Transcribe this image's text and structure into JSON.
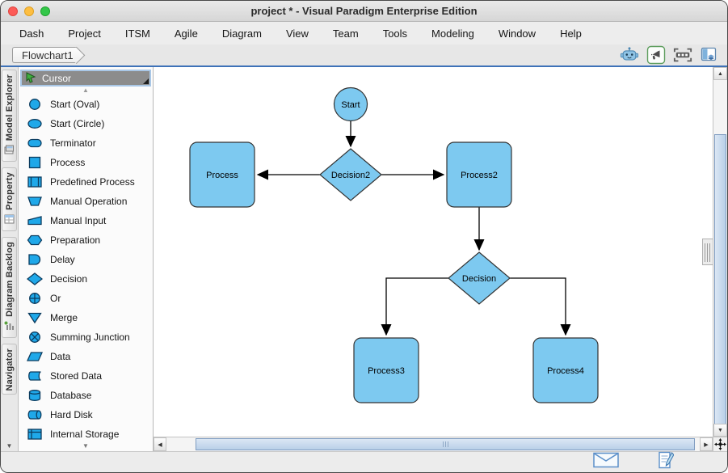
{
  "window": {
    "title": "project * - Visual Paradigm Enterprise Edition"
  },
  "traffic_lights": [
    "close",
    "minimize",
    "zoom"
  ],
  "menu_bar": {
    "items": [
      "Dash",
      "Project",
      "ITSM",
      "Agile",
      "Diagram",
      "View",
      "Team",
      "Tools",
      "Modeling",
      "Window",
      "Help"
    ]
  },
  "tab_bar": {
    "active_tab": "Flowchart1"
  },
  "toolbar": {
    "icons": [
      "vp-bot-icon",
      "announcement-icon",
      "storyboard-icon",
      "panel-layout-icon"
    ]
  },
  "side_tabs": {
    "items": [
      {
        "label": "Model Explorer",
        "icon": "model-explorer-icon"
      },
      {
        "label": "Property",
        "icon": "property-icon"
      },
      {
        "label": "Diagram Backlog",
        "icon": "diagram-backlog-icon"
      },
      {
        "label": "Navigator",
        "icon": ""
      }
    ]
  },
  "palette": {
    "cursor_label": "Cursor",
    "items": [
      {
        "label": "Start (Oval)",
        "icon": "start-oval-icon"
      },
      {
        "label": "Start (Circle)",
        "icon": "start-circle-icon"
      },
      {
        "label": "Terminator",
        "icon": "terminator-icon"
      },
      {
        "label": "Process",
        "icon": "process-icon"
      },
      {
        "label": "Predefined Process",
        "icon": "predefined-process-icon"
      },
      {
        "label": "Manual Operation",
        "icon": "manual-operation-icon"
      },
      {
        "label": "Manual Input",
        "icon": "manual-input-icon"
      },
      {
        "label": "Preparation",
        "icon": "preparation-icon"
      },
      {
        "label": "Delay",
        "icon": "delay-icon"
      },
      {
        "label": "Decision",
        "icon": "decision-icon"
      },
      {
        "label": "Or",
        "icon": "or-icon"
      },
      {
        "label": "Merge",
        "icon": "merge-icon"
      },
      {
        "label": "Summing Junction",
        "icon": "summing-junction-icon"
      },
      {
        "label": "Data",
        "icon": "data-icon"
      },
      {
        "label": "Stored Data",
        "icon": "stored-data-icon"
      },
      {
        "label": "Database",
        "icon": "database-icon"
      },
      {
        "label": "Hard Disk",
        "icon": "hard-disk-icon"
      },
      {
        "label": "Internal Storage",
        "icon": "internal-storage-icon"
      }
    ]
  },
  "diagram": {
    "nodes": {
      "start": "Start",
      "decision2": "Decision2",
      "process": "Process",
      "process2": "Process2",
      "decision": "Decision",
      "process3": "Process3",
      "process4": "Process4"
    },
    "edges": [
      {
        "from": "Start",
        "to": "Decision2"
      },
      {
        "from": "Decision2",
        "to": "Process"
      },
      {
        "from": "Decision2",
        "to": "Process2"
      },
      {
        "from": "Process2",
        "to": "Decision"
      },
      {
        "from": "Decision",
        "to": "Process3"
      },
      {
        "from": "Decision",
        "to": "Process4"
      }
    ]
  },
  "glyphs": {
    "up": "▲",
    "down": "▼",
    "left": "◀",
    "right": "▶"
  },
  "status_bar": {
    "icons": [
      "mail-icon",
      "edit-note-icon"
    ]
  },
  "colors": {
    "node_fill": "#7DC9F0",
    "palette_icon_fill": "#1FA8E9",
    "accent_line": "#3E72B8",
    "cursor_row_bg": "#8C8C8C"
  }
}
